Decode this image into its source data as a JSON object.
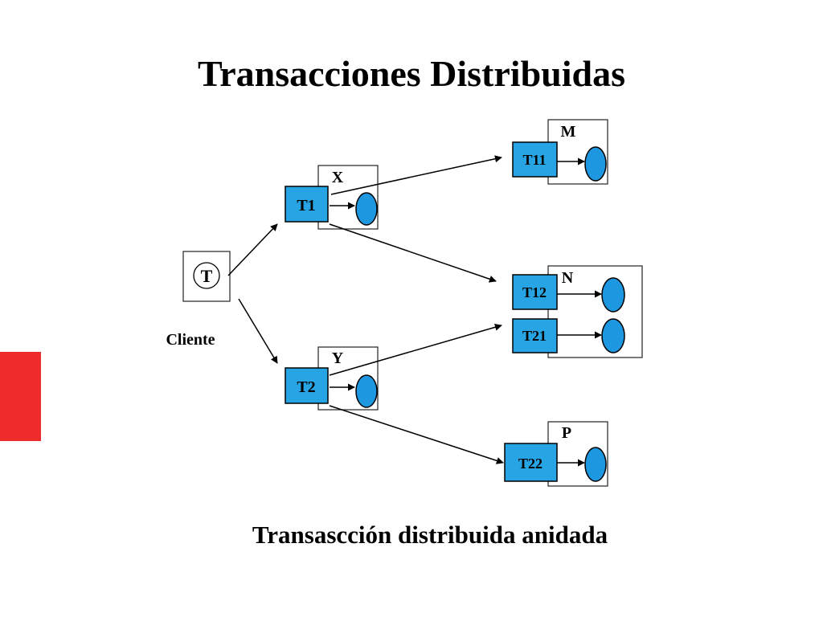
{
  "slide": {
    "title": "Transacciones Distribuidas",
    "caption": "Transascción distribuida anidada",
    "accent_color": "#ee2c2c"
  },
  "diagram": {
    "client": {
      "transaction": "T",
      "label": "Cliente"
    },
    "sites": [
      {
        "name": "X",
        "transactions": [
          "T1"
        ]
      },
      {
        "name": "Y",
        "transactions": [
          "T2"
        ]
      },
      {
        "name": "M",
        "transactions": [
          "T11"
        ]
      },
      {
        "name": "N",
        "transactions": [
          "T12",
          "T21"
        ]
      },
      {
        "name": "P",
        "transactions": [
          "T22"
        ]
      }
    ],
    "edges": [
      {
        "from": "T",
        "to": "T1"
      },
      {
        "from": "T",
        "to": "T2"
      },
      {
        "from": "T1",
        "to": "T11"
      },
      {
        "from": "T1",
        "to": "T12"
      },
      {
        "from": "T2",
        "to": "T21"
      },
      {
        "from": "T2",
        "to": "T22"
      }
    ],
    "colors": {
      "transaction_box": "#26a4e4",
      "resource": "#1d97e0"
    }
  }
}
